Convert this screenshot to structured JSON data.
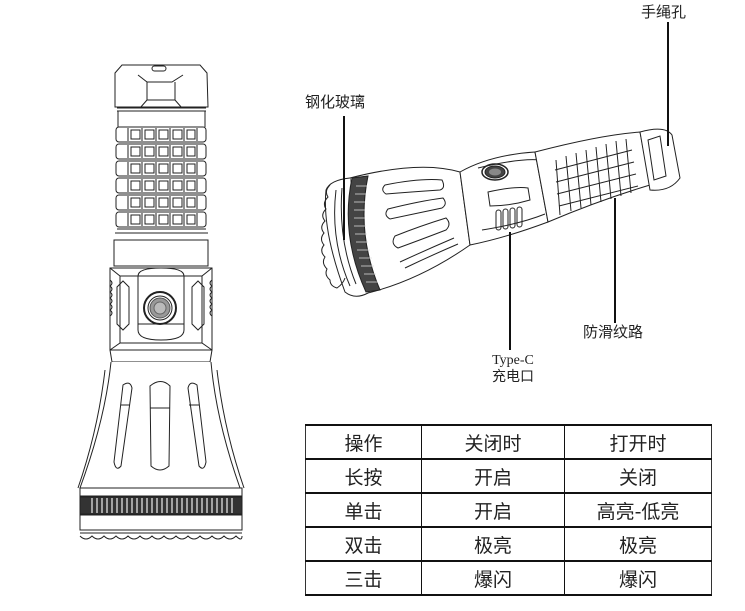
{
  "labels": {
    "lanyard_hole": "手绳孔",
    "tempered_glass": "钢化玻璃",
    "anti_slip": "防滑纹路",
    "type_c_line1": "Type-C",
    "type_c_line2": "充电口"
  },
  "illustrations": {
    "front_view": "flashlight-front-view",
    "side_view": "flashlight-perspective-view"
  },
  "table": {
    "headers": [
      "操作",
      "关闭时",
      "打开时"
    ],
    "rows": [
      [
        "长按",
        "开启",
        "关闭"
      ],
      [
        "单击",
        "开启",
        "高亮-低亮"
      ],
      [
        "双击",
        "极亮",
        "极亮"
      ],
      [
        "三击",
        "爆闪",
        "爆闪"
      ]
    ]
  },
  "colors": {
    "line": "#111111",
    "background": "#ffffff"
  }
}
